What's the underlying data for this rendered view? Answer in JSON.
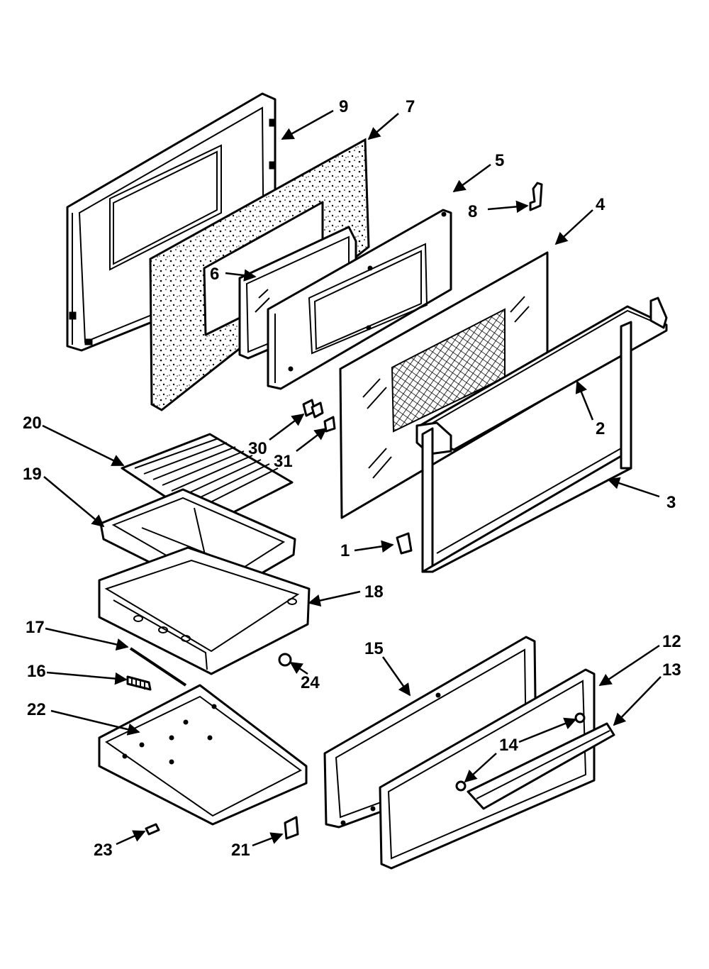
{
  "diagram": {
    "callouts": {
      "c1": "1",
      "c2": "2",
      "c3": "3",
      "c4": "4",
      "c5": "5",
      "c6": "6",
      "c7": "7",
      "c8": "8",
      "c9": "9",
      "c12": "12",
      "c13": "13",
      "c14": "14",
      "c15": "15",
      "c16": "16",
      "c17": "17",
      "c18": "18",
      "c19": "19",
      "c20": "20",
      "c21": "21",
      "c22": "22",
      "c23": "23",
      "c24": "24",
      "c30": "30",
      "c31": "31"
    }
  }
}
